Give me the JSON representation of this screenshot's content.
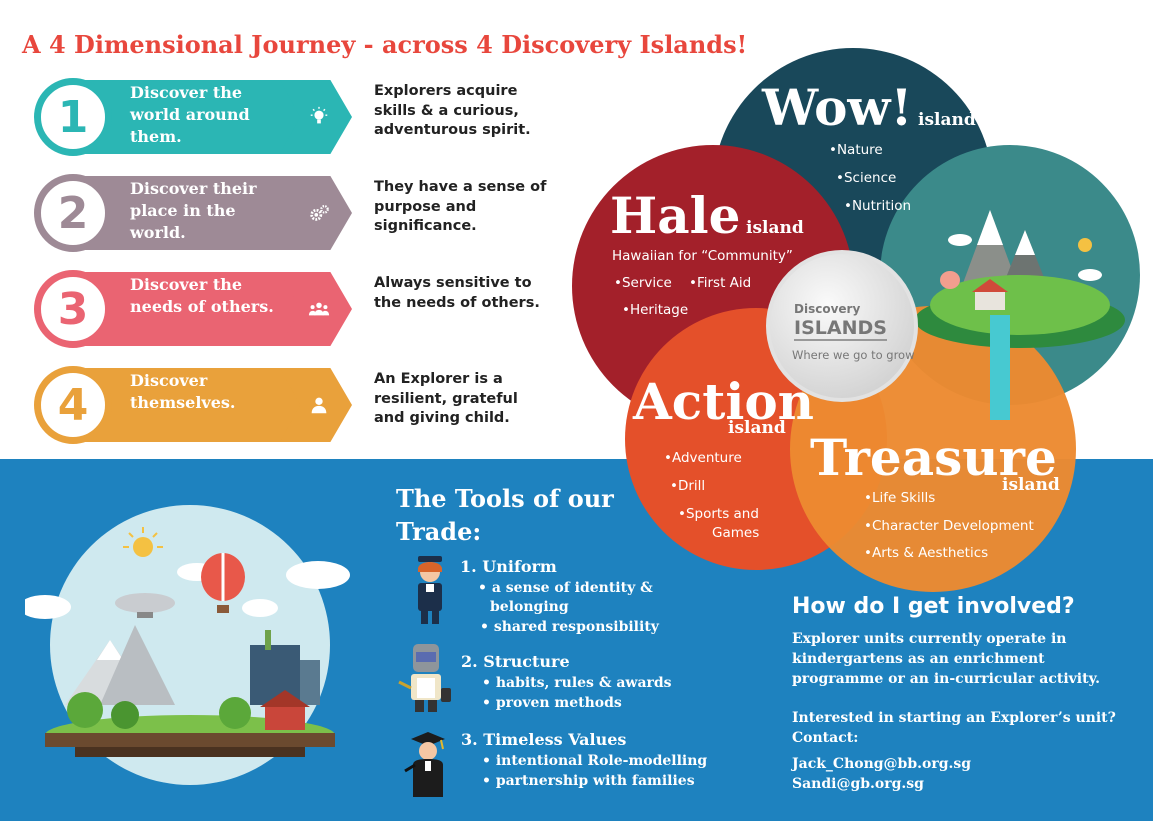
{
  "headline": "A 4 Dimensional Journey -  across 4 Discovery Islands!",
  "steps": [
    {
      "number": "1",
      "label": "Discover the world around them.",
      "description": "Explorers acquire skills & a curious, adventurous spirit.",
      "color": "#2bb6b4",
      "icon": "lightbulb-icon"
    },
    {
      "number": "2",
      "label": "Discover their place in the world.",
      "description": "They have a sense of purpose and significance.",
      "color": "#9e8a96",
      "icon": "gears-icon"
    },
    {
      "number": "3",
      "label": "Discover the needs of others.",
      "description": "Always sensitive to the needs of others.",
      "color": "#ea6472",
      "icon": "people-icon"
    },
    {
      "number": "4",
      "label": "Discover themselves.",
      "description": "An Explorer is a resilient, grateful and giving child.",
      "color": "#e9a13b",
      "icon": "person-icon"
    }
  ],
  "islands": {
    "wow": {
      "title": "Wow!",
      "suffix": "island",
      "items": [
        "•Nature",
        "•Science",
        "•Nutrition"
      ],
      "color": "#19485a"
    },
    "hale": {
      "title": "Hale",
      "suffix": "island",
      "subtitle": "Hawaiian for “Community”",
      "items": [
        "•Service",
        "•First Aid",
        "•Heritage"
      ],
      "color": "#a3202a"
    },
    "action": {
      "title": "Action",
      "suffix": "island",
      "items": [
        "•Adventure",
        "•Drill",
        "•Sports and",
        "Games"
      ],
      "color": "#e4502a"
    },
    "treasure": {
      "title": "Treasure",
      "suffix": "island",
      "items": [
        "•Life Skills",
        "•Character Development",
        "•Arts & Aesthetics"
      ],
      "color": "#ec8a31"
    },
    "center": {
      "brand_top": "Discovery",
      "brand_bottom": "ISLANDS",
      "tagline": "Where we go to grow"
    }
  },
  "tools": {
    "title_line1": "The Tools of our",
    "title_line2": "Trade:",
    "items": [
      {
        "heading": "1. Uniform",
        "bullets": [
          "• a sense of identity &",
          "belonging",
          "• shared responsibility"
        ]
      },
      {
        "heading": "2. Structure",
        "bullets": [
          "• habits, rules & awards",
          "• proven methods"
        ]
      },
      {
        "heading": "3. Timeless Values",
        "bullets": [
          "• intentional Role-modelling",
          "• partnership with families"
        ]
      }
    ]
  },
  "involved": {
    "title": "How do I get involved?",
    "para1": "Explorer units currently operate in kindergartens as an enrichment programme or an in-curricular activity.",
    "para2": "Interested in starting an Explorer’s unit? Contact:",
    "email1": "Jack_Chong@bb.org.sg",
    "email2": "Sandi@gb.org.sg"
  }
}
